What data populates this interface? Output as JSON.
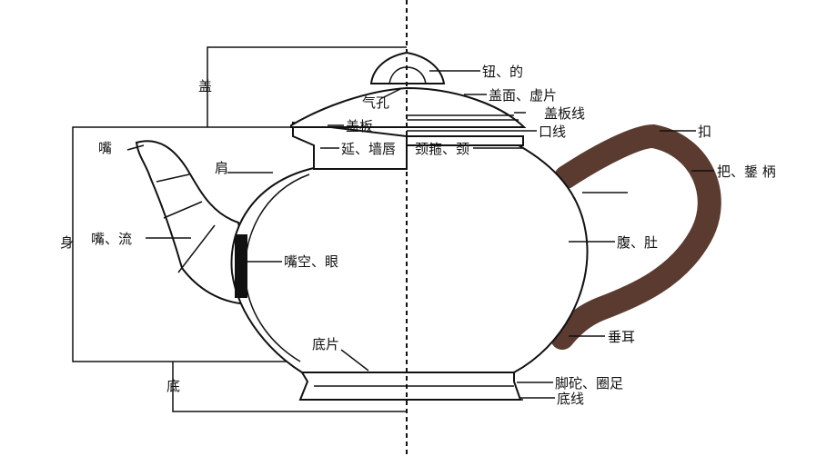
{
  "colors": {
    "handle": "#5b3b30",
    "outline": "#111111",
    "background": "#ffffff"
  },
  "labels": {
    "lid": "盖",
    "spout_tip": "嘴",
    "shoulder": "肩",
    "body": "身",
    "spout": "嘴、流",
    "base": "底",
    "knob": "钮、的",
    "air_hole": "气孔",
    "lid_surface": "盖面、虚片",
    "lid_plate": "盖板",
    "lid_plate_line": "盖板线",
    "mouth_line": "口线",
    "wall_lip": "延、墙唇",
    "neck": "颈箍、颈",
    "handle_top": "扣",
    "handle": "把、鋬 柄",
    "belly": "腹、肚",
    "spout_hole": "嘴空、眼",
    "handle_end": "垂耳",
    "bottom_plate": "底片",
    "foot": "脚砣、圈足",
    "bottom_line": "底线"
  }
}
